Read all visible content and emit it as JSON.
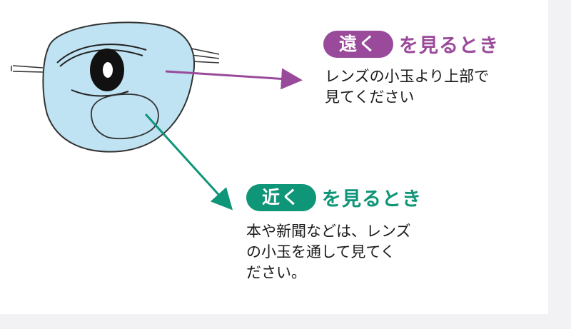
{
  "colors": {
    "far": "#9a4a9b",
    "near": "#0f9577",
    "lens_fill": "#bfe3f2",
    "outline": "#333333"
  },
  "far": {
    "keyword": "遠く",
    "suffix": "を見るとき",
    "description": "レンズの小玉より上部で\n見てください"
  },
  "near": {
    "keyword": "近く",
    "suffix": "を見るとき",
    "description": "本や新聞などは、レンズ\nの小玉を通して見てく\nださい。"
  }
}
